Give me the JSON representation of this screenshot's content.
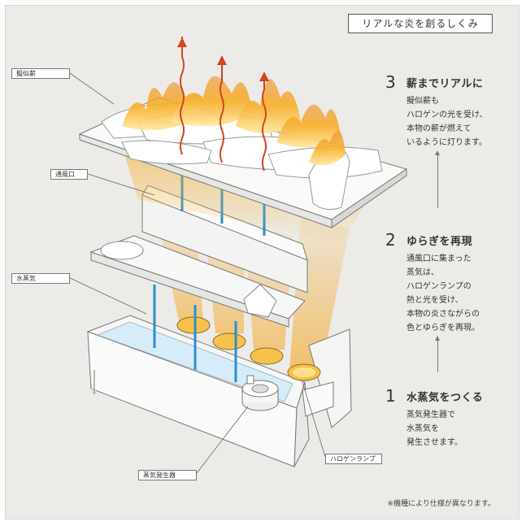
{
  "title": "リアルな炎を創るしくみ",
  "labels": {
    "log": "擬似薪",
    "vent": "通風口",
    "steam": "水蒸気",
    "generator": "蒸気発生器",
    "lamp": "ハロゲンランプ"
  },
  "steps": [
    {
      "num": "3",
      "heading": "薪までリアルに",
      "desc": "擬似薪も\nハロゲンの光を受け、\n本物の薪が燃えて\nいるように灯ります。"
    },
    {
      "num": "2",
      "heading": "ゆらぎを再現",
      "desc": "通風口に集まった\n蒸気は、\nハロゲンランプの\n熱と光を受け、\n本物の炎さながらの\n色とゆらぎを再現。"
    },
    {
      "num": "1",
      "heading": "水蒸気をつくる",
      "desc": "蒸気発生器で\n水蒸気を\n発生させます。"
    }
  ],
  "note": "※機種により仕様が異なります。",
  "colors": {
    "flame": "#f5a623",
    "flame_light": "#ffd36b",
    "steam": "#2a8fd0",
    "heat_arrow": "#d2451e"
  }
}
